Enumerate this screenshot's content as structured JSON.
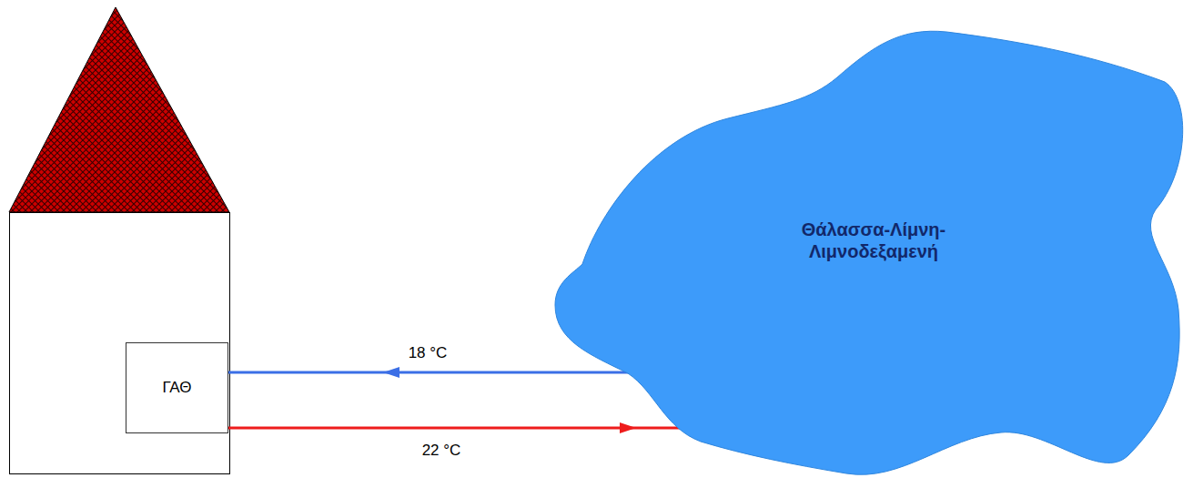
{
  "diagram": {
    "nodes": [
      {
        "text": [
          "ΓΑΘ"
        ]
      },
      {
        "text": [
          "Θάλασσα-Λίμνη-Λιμνοδεξαμενή"
        ]
      }
    ],
    "edges": [
      {
        "from": 1,
        "to": 0,
        "arrow": "to",
        "label": "18 °C"
      },
      {
        "from": 0,
        "to": 1,
        "arrow": "to",
        "label": "22 °C"
      }
    ]
  }
}
